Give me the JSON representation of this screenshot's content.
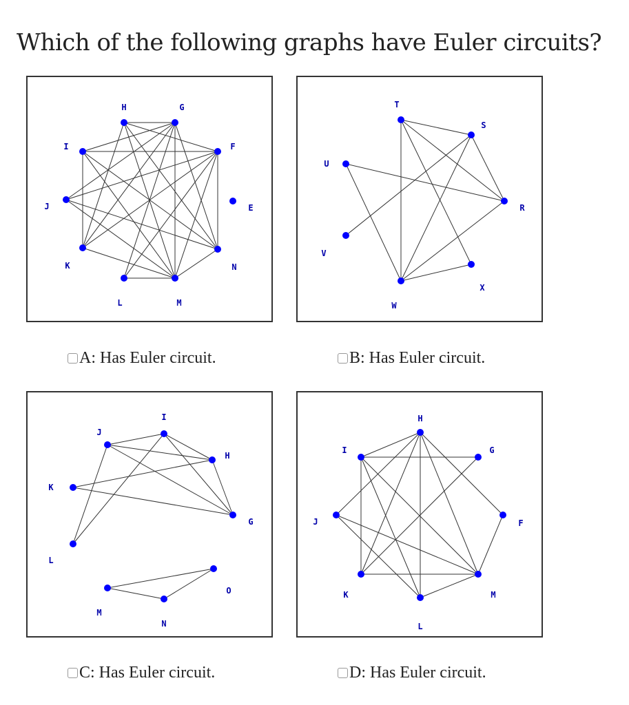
{
  "question": "Which of the following graphs have Euler circuits?",
  "options": [
    {
      "id": "A",
      "label": "A: Has Euler circuit."
    },
    {
      "id": "B",
      "label": "B: Has Euler circuit."
    },
    {
      "id": "C",
      "label": "C: Has Euler circuit."
    },
    {
      "id": "D",
      "label": "D: Has Euler circuit."
    }
  ],
  "colors": {
    "vertex": "#0000ff",
    "vertex_label": "#0000aa",
    "edge": "#333333"
  },
  "graphs": [
    {
      "id": "A",
      "vertices": [
        "H",
        "G",
        "F",
        "E",
        "N",
        "M",
        "L",
        "K",
        "J",
        "I"
      ],
      "edges": [
        [
          "H",
          "G"
        ],
        [
          "H",
          "F"
        ],
        [
          "H",
          "M"
        ],
        [
          "H",
          "K"
        ],
        [
          "H",
          "N"
        ],
        [
          "G",
          "I"
        ],
        [
          "G",
          "J"
        ],
        [
          "G",
          "L"
        ],
        [
          "G",
          "K"
        ],
        [
          "G",
          "M"
        ],
        [
          "G",
          "N"
        ],
        [
          "I",
          "F"
        ],
        [
          "I",
          "K"
        ],
        [
          "I",
          "M"
        ],
        [
          "I",
          "N"
        ],
        [
          "J",
          "F"
        ],
        [
          "J",
          "M"
        ],
        [
          "J",
          "N"
        ],
        [
          "F",
          "K"
        ],
        [
          "F",
          "L"
        ],
        [
          "F",
          "M"
        ],
        [
          "K",
          "M"
        ],
        [
          "L",
          "M"
        ],
        [
          "M",
          "N"
        ],
        [
          "N",
          "F"
        ]
      ]
    },
    {
      "id": "B",
      "vertices": [
        "T",
        "S",
        "R",
        "X",
        "W",
        "V",
        "U"
      ],
      "edges": [
        [
          "T",
          "S"
        ],
        [
          "T",
          "R"
        ],
        [
          "T",
          "W"
        ],
        [
          "T",
          "X"
        ],
        [
          "S",
          "R"
        ],
        [
          "S",
          "V"
        ],
        [
          "S",
          "W"
        ],
        [
          "U",
          "R"
        ],
        [
          "U",
          "W"
        ],
        [
          "W",
          "R"
        ],
        [
          "W",
          "X"
        ]
      ]
    },
    {
      "id": "C",
      "vertices": [
        "I",
        "H",
        "G",
        "O",
        "N",
        "M",
        "L",
        "K",
        "J"
      ],
      "edges": [
        [
          "J",
          "I"
        ],
        [
          "J",
          "H"
        ],
        [
          "J",
          "G"
        ],
        [
          "J",
          "L"
        ],
        [
          "I",
          "H"
        ],
        [
          "I",
          "G"
        ],
        [
          "I",
          "L"
        ],
        [
          "K",
          "H"
        ],
        [
          "K",
          "G"
        ],
        [
          "H",
          "G"
        ],
        [
          "M",
          "O"
        ],
        [
          "M",
          "N"
        ],
        [
          "N",
          "O"
        ]
      ]
    },
    {
      "id": "D",
      "vertices": [
        "H",
        "G",
        "F",
        "M",
        "L",
        "K",
        "J",
        "I"
      ],
      "edges": [
        [
          "I",
          "G"
        ],
        [
          "I",
          "K"
        ],
        [
          "I",
          "H"
        ],
        [
          "I",
          "M"
        ],
        [
          "I",
          "L"
        ],
        [
          "H",
          "K"
        ],
        [
          "H",
          "L"
        ],
        [
          "H",
          "M"
        ],
        [
          "H",
          "J"
        ],
        [
          "J",
          "M"
        ],
        [
          "J",
          "L"
        ],
        [
          "K",
          "M"
        ],
        [
          "K",
          "G"
        ],
        [
          "F",
          "M"
        ],
        [
          "F",
          "H"
        ],
        [
          "L",
          "M"
        ]
      ]
    }
  ]
}
